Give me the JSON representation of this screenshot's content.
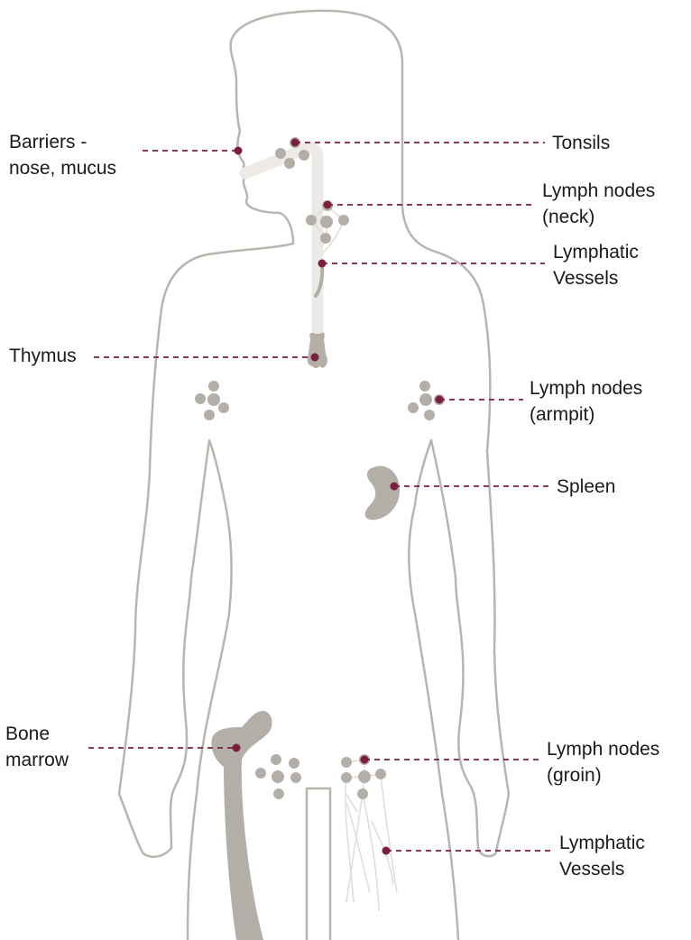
{
  "colors": {
    "outline": "#b9b4ad",
    "organ": "#b3aea8",
    "pale": "#ede9e5",
    "accent": "#7a1f3f",
    "text": "#1a1a1a"
  },
  "labels": {
    "barriers": [
      "Barriers -",
      "nose, mucus"
    ],
    "tonsils": [
      "Tonsils"
    ],
    "lymph_neck": [
      "Lymph nodes",
      "(neck)"
    ],
    "lymphatic_upper": [
      "Lymphatic",
      "Vessels"
    ],
    "thymus": [
      "Thymus"
    ],
    "lymph_armpit": [
      "Lymph nodes",
      "(armpit)"
    ],
    "spleen": [
      "Spleen"
    ],
    "bone_marrow": [
      "Bone",
      "marrow"
    ],
    "lymph_groin": [
      "Lymph nodes",
      "(groin)"
    ],
    "lymphatic_lower": [
      "Lymphatic",
      "Vessels"
    ]
  }
}
